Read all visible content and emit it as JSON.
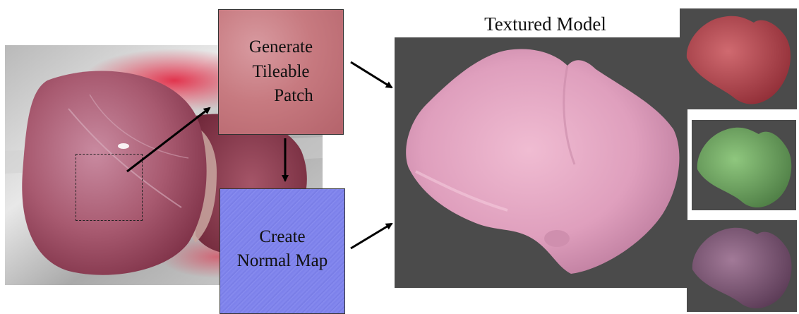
{
  "title": "Textured Model",
  "steps": {
    "generate": [
      "Generate",
      "Tileable",
      "Patch"
    ],
    "normal": [
      "Create",
      "Normal Map"
    ]
  },
  "colors": {
    "background": "#ffffff",
    "viewport": "#4b4b4b",
    "liver_pink": "#e4aac4",
    "liver_photo": "#a24a5b",
    "patch_red": "#c97b80",
    "normal_map_blue": "#7d82ec",
    "variant_red": "#b13f46",
    "variant_green": "#6aa35c",
    "variant_purple": "#7a5573",
    "arrow": "#000000"
  },
  "icons": {
    "variant_1": "liver-red-variant",
    "variant_2": "liver-green-variant",
    "variant_3": "liver-purple-variant"
  }
}
